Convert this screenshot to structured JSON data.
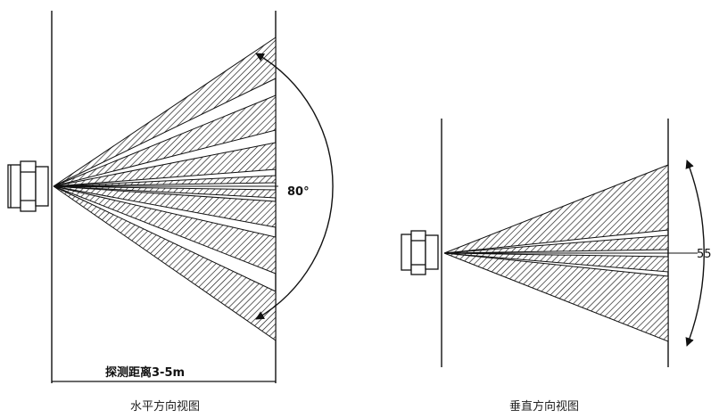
{
  "horizontal_view": {
    "angle_label": "80°",
    "distance_label": "探测距离3-5m",
    "caption": "水平方向视图"
  },
  "vertical_view": {
    "angle_label": "55",
    "caption": "垂直方向视图"
  },
  "colors": {
    "line": "#111111",
    "background": "#ffffff"
  }
}
